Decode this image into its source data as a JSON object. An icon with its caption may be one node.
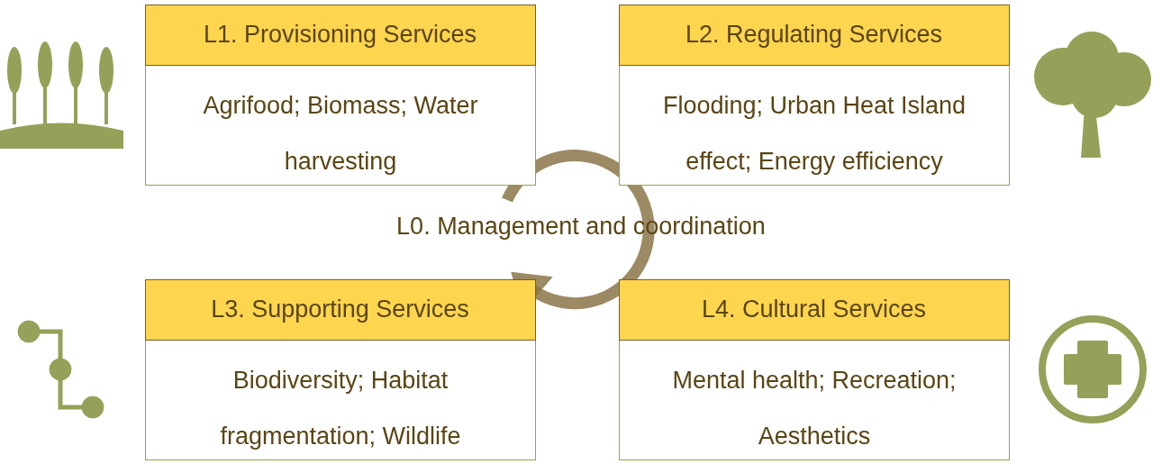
{
  "diagram": {
    "nodes": [
      {
        "text": [
          "L1. Provisioning Services",
          "Agrifood; Biomass; Water harvesting"
        ]
      },
      {
        "text": [
          "L2. Regulating Services",
          "Flooding; Urban Heat Island effect; Energy efficiency"
        ]
      },
      {
        "text": [
          "L3. Supporting Services",
          "Biodiversity; Habitat fragmentation; Wildlife"
        ]
      },
      {
        "text": [
          "L4. Cultural Services",
          "Mental health; Recreation; Aesthetics"
        ]
      }
    ],
    "labels": [
      "L0. Management and coordination"
    ]
  }
}
